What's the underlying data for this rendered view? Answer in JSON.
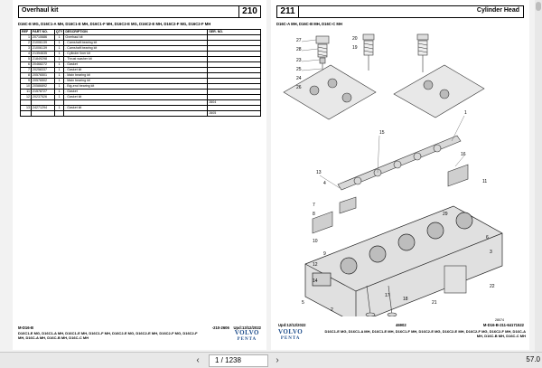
{
  "left_page": {
    "title": "Overhaul kit",
    "number": "210",
    "models": "D16C-E MG, D16C1-A MH, D16C1-E MH, D16C1-F MH, D16C2-E MG, D16C2-E MH, D16C2-F MG, D16C2-F MH",
    "table": {
      "headers": [
        "REF",
        "PART NO.",
        "QTY",
        "DESCRIPTION",
        "SER. NO."
      ],
      "rows": [
        {
          "ref": "1",
          "pn": "20710686",
          "qty": "1",
          "desc": "Overhaul kit",
          "ser": ""
        },
        {
          "ref": "2",
          "pn": "21006139",
          "qty": "1",
          "desc": ". Camshaft bearing kit",
          "ser": ""
        },
        {
          "ref": "3",
          "pn": "21006139",
          "qty": "1",
          "desc": ". Camshaft bearing kit",
          "ser": ""
        },
        {
          "ref": "4",
          "pn": "21354635",
          "qty": "1",
          "desc": ". Cylinder liner kit",
          "ser": ""
        },
        {
          "ref": "5",
          "pn": "21849298",
          "qty": "1",
          "desc": ". Thrust washer kit",
          "ser": ""
        },
        {
          "ref": "6",
          "pn": "20468272",
          "qty": "1",
          "desc": ". Gasket",
          "ser": ""
        },
        {
          "ref": "7",
          "pn": "20258337",
          "qty": "1",
          "desc": ". Gasket kit",
          "ser": ""
        },
        {
          "ref": "8",
          "pn": "20576501",
          "qty": "1",
          "desc": ". Main bearing kit",
          "ser": ""
        },
        {
          "ref": "9",
          "pn": "20576502",
          "qty": "1",
          "desc": ". Main bearing kit",
          "ser": ""
        },
        {
          "ref": "10",
          "pn": "20586892",
          "qty": "1",
          "desc": ". Big-end bearing kit",
          "ser": ""
        },
        {
          "ref": "11",
          "pn": "21578727",
          "qty": "1",
          "desc": ". Gasket",
          "ser": ""
        },
        {
          "ref": "12",
          "pn": "20237526",
          "qty": "1",
          "desc": ". Gasket kit",
          "ser": ""
        },
        {
          "ref": "",
          "pn": "",
          "qty": "",
          "desc": "",
          "ser": "2604"
        },
        {
          "ref": "13",
          "pn": "24271294",
          "qty": "1",
          "desc": ". Gasket kit",
          "ser": ""
        },
        {
          "ref": "",
          "pn": "",
          "qty": "",
          "desc": "",
          "ser": "2605"
        }
      ]
    },
    "footer_left": "M-D16-B",
    "footer_right": "-210-2606",
    "footer_date": "Upd:13/12/2022",
    "footer_models": "D16C1-E MG, D16C1-A MH, D16C1-E MH, D16C1-F MH, D16C2-E MG, D16C2-E MH, D16C2-F MG, D16C2-F MH, D16C-A MH, D16C-B MH, D16C-C MH",
    "logo_top": "VOLVO",
    "logo_bottom": "PENTA"
  },
  "right_page": {
    "title": "Cylinder Head",
    "number": "211",
    "models": "D16C-A MH, D16C-B MH, D16C-C MH",
    "callouts": [
      "27",
      "28",
      "23",
      "25",
      "24",
      "26",
      "20",
      "19",
      "1",
      "15",
      "13",
      "4",
      "16",
      "7",
      "8",
      "10",
      "9",
      "12",
      "14",
      "5",
      "2",
      "11",
      "6",
      "3",
      "17",
      "18",
      "21",
      "22",
      "29"
    ],
    "footer_date": "Upd:12/12/2022",
    "footer_code": "46902",
    "footer_ref": "M-D16-B-211-64171522",
    "small_ref": "28074",
    "footer_models": "D16C1-E MG, D16C1-A MH, D16C1-E MH, D16C1-F MH, D16C2-E MG, D16C2-E MH, D16C2-F MG, D16C2-F MH, D16C-A MH, D16C-B MH, D16C-C MH",
    "logo_top": "VOLVO",
    "logo_bottom": "PENTA"
  },
  "toolbar": {
    "page_indicator": "1 / 1238",
    "zoom": "57.0",
    "prev_icon": "‹",
    "next_icon": "›"
  }
}
